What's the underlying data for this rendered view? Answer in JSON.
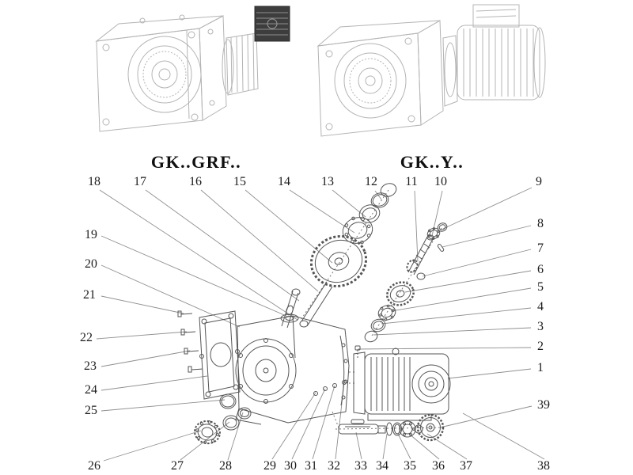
{
  "titles": {
    "left": "GK..GRF..",
    "right": "GK..Y.."
  },
  "callouts": [
    "1",
    "2",
    "3",
    "4",
    "5",
    "6",
    "7",
    "8",
    "9",
    "10",
    "11",
    "12",
    "13",
    "14",
    "15",
    "16",
    "17",
    "18",
    "19",
    "20",
    "21",
    "22",
    "23",
    "24",
    "25",
    "26",
    "27",
    "28",
    "29",
    "30",
    "31",
    "32",
    "33",
    "34",
    "35",
    "36",
    "37",
    "38",
    "39"
  ],
  "colors": {
    "light_line": "#b4b4b4",
    "dark_line": "#555555",
    "leader_line": "#8f8f8f",
    "text": "#1b1b1b",
    "dark_fill": "#3d3d3d"
  }
}
